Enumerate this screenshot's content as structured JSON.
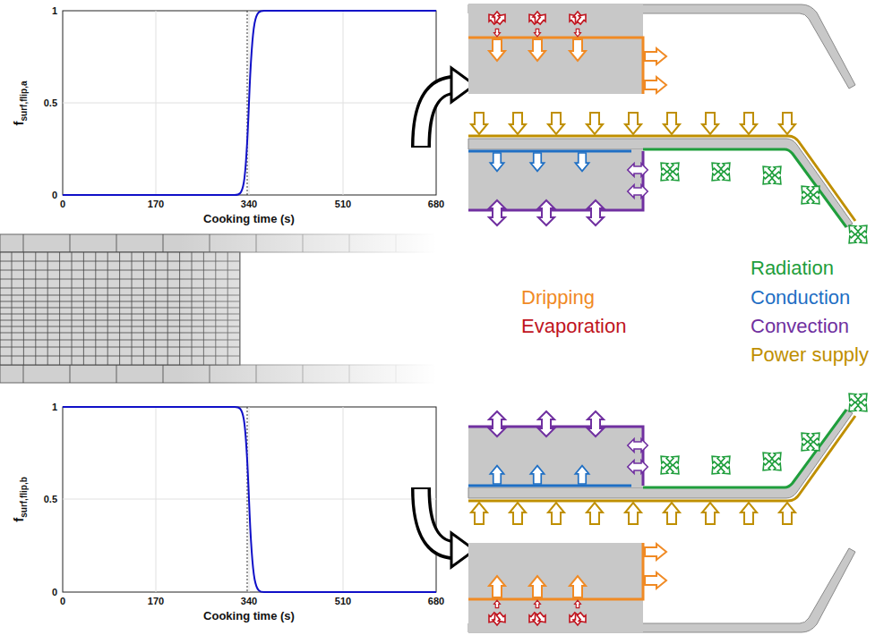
{
  "diagram": {
    "labels": [
      "f",
      "surf,flip,a",
      "1",
      "0.5",
      "0",
      "0",
      "170",
      "340",
      "510",
      "680",
      "Cooking time (s)",
      "f",
      "surf,flip,b",
      "1",
      "0.5",
      "0",
      "0",
      "170",
      "340",
      "510",
      "680",
      "Cooking time (s)"
    ],
    "legend": [
      {
        "text": "Radiation",
        "color": "#1f9e3c"
      },
      {
        "text": "Dripping",
        "color": "#f08a24"
      },
      {
        "text": "Conduction",
        "color": "#1f6fc4"
      },
      {
        "text": "Evaporation",
        "color": "#c0141e"
      },
      {
        "text": "Convection",
        "color": "#7030a0"
      },
      {
        "text": "Power supply",
        "color": "#bf8f00"
      }
    ]
  }
}
